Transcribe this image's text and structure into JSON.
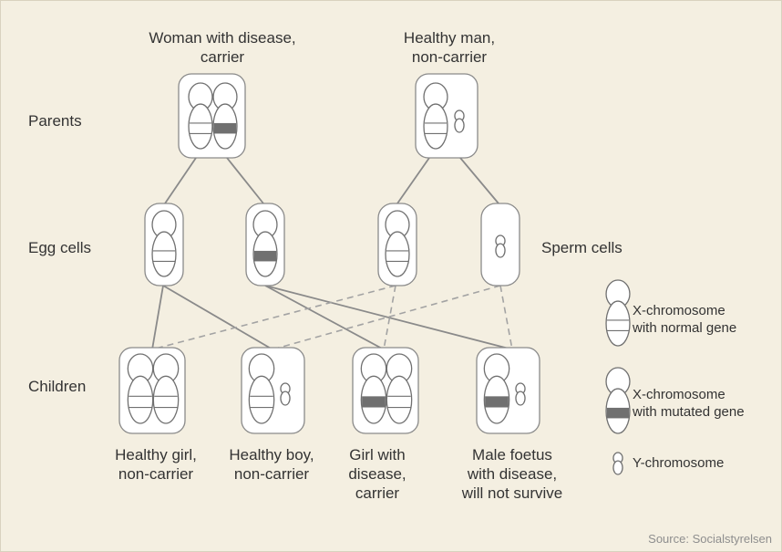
{
  "labels": {
    "woman": [
      "Woman with disease,",
      "carrier"
    ],
    "man": [
      "Healthy man,",
      "non-carrier"
    ],
    "parents": "Parents",
    "egg_cells": "Egg cells",
    "sperm_cells": "Sperm cells",
    "children": "Children"
  },
  "children": [
    {
      "line1": "Healthy girl,",
      "line2": "non-carrier",
      "line3": ""
    },
    {
      "line1": "Healthy boy,",
      "line2": "non-carrier",
      "line3": ""
    },
    {
      "line1": "Girl with",
      "line2": "disease,",
      "line3": "carrier"
    },
    {
      "line1": "Male foetus",
      "line2": "with disease,",
      "line3": "will not survive"
    }
  ],
  "legend": {
    "x_normal": [
      "X-chromosome",
      "with normal gene"
    ],
    "x_mutated": [
      "X-chromosome",
      "with mutated gene"
    ],
    "y": "Y-chromosome"
  },
  "source": "Source: Socialstyrelsen",
  "colors": {
    "background": "#f4efe1",
    "box_fill": "#ffffff",
    "outline": "#707070",
    "mutated_band": "#707070",
    "text": "#333333",
    "source_text": "#8e8e8e"
  }
}
